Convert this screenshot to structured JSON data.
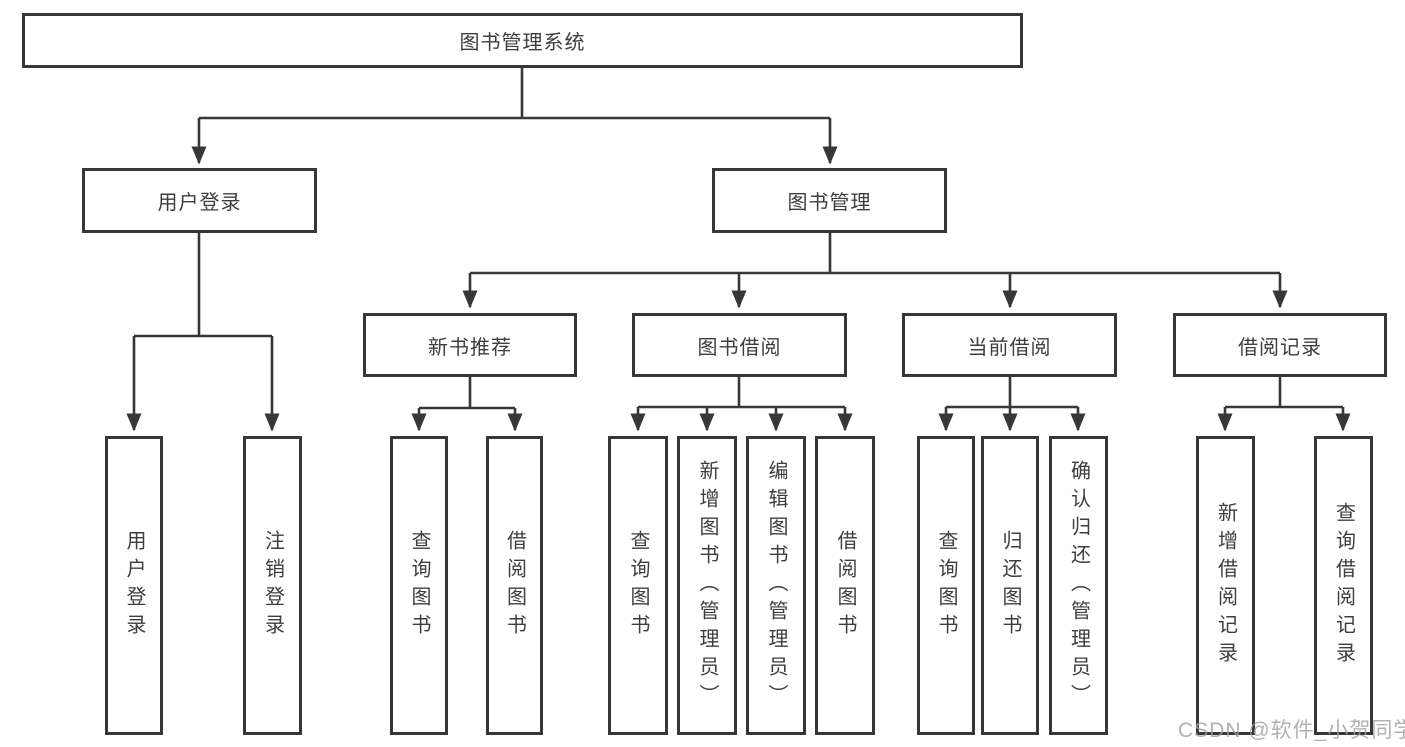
{
  "watermark": "CSDN @软件_小贺同学",
  "tree": {
    "root": "图书管理系统",
    "login": {
      "label": "用户登录",
      "children": [
        "用户登录",
        "注销登录"
      ]
    },
    "management": {
      "label": "图书管理",
      "sections": [
        {
          "label": "新书推荐",
          "children": [
            "查询图书",
            "借阅图书"
          ]
        },
        {
          "label": "图书借阅",
          "children": [
            "查询图书",
            "新增图书（管理员）",
            "编辑图书（管理员）",
            "借阅图书"
          ]
        },
        {
          "label": "当前借阅",
          "children": [
            "查询图书",
            "归还图书",
            "确认归还（管理员）"
          ]
        },
        {
          "label": "借阅记录",
          "children": [
            "新增借阅记录",
            "查询借阅记录"
          ]
        }
      ]
    }
  },
  "colors": {
    "line": "#373737",
    "box_border": "#373737",
    "text": "#3e3e3e",
    "watermark": "#9e9e9e",
    "background": "#ffffff"
  }
}
